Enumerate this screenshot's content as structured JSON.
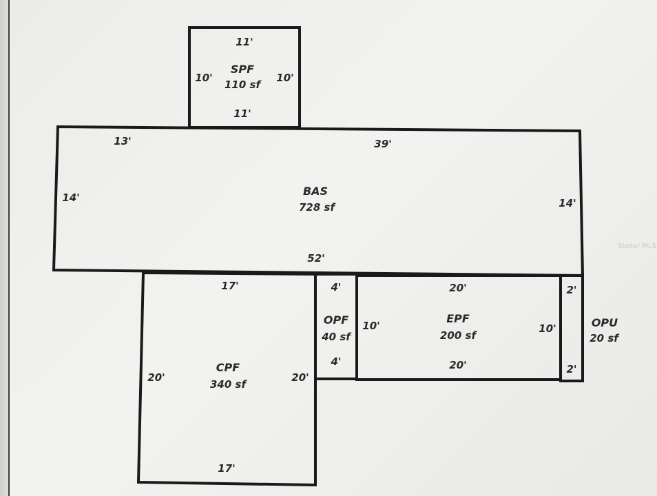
{
  "watermark": "Stellar MLS",
  "rooms": {
    "spf": {
      "name": "SPF",
      "area": "110 sf",
      "top": "11'",
      "bottom": "11'",
      "left": "10'",
      "right": "10'"
    },
    "bas": {
      "name": "BAS",
      "area": "728 sf",
      "top_left": "13'",
      "top_right": "39'",
      "bottom": "52'",
      "left": "14'",
      "right": "14'"
    },
    "cpf": {
      "name": "CPF",
      "area": "340 sf",
      "top": "17'",
      "bottom": "17'",
      "left": "20'",
      "right": "20'"
    },
    "opf": {
      "name": "OPF",
      "area": "40 sf",
      "top": "4'",
      "bottom": "4'"
    },
    "epf": {
      "name": "EPF",
      "area": "200 sf",
      "top": "20'",
      "bottom": "20'",
      "left": "10'",
      "right": "10'"
    },
    "opu": {
      "name": "OPU",
      "area": "20 sf",
      "top": "2'",
      "bottom": "2'"
    }
  }
}
